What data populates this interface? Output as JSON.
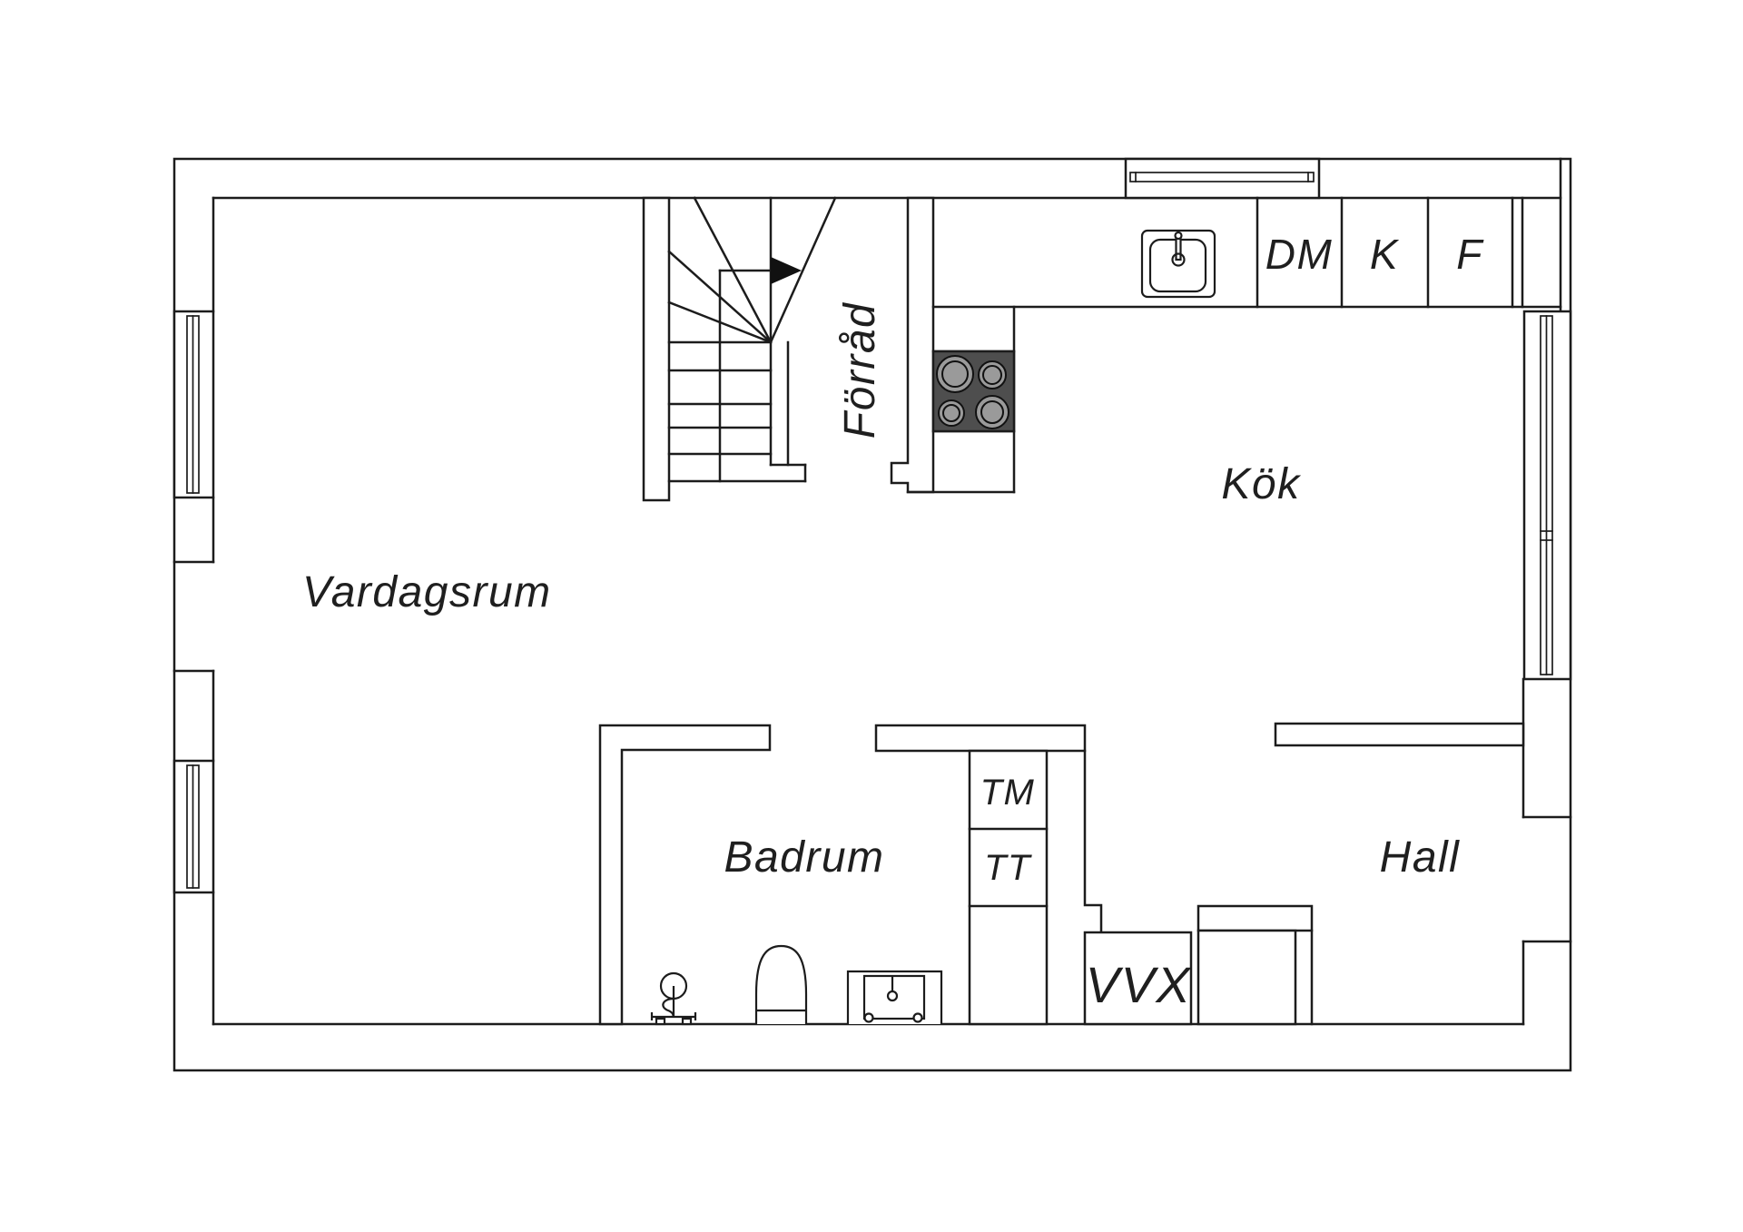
{
  "rooms": {
    "living_room": {
      "label": "Vardagsrum"
    },
    "kitchen": {
      "label": "Kök"
    },
    "bathroom": {
      "label": "Badrum"
    },
    "hall": {
      "label": "Hall"
    },
    "storage": {
      "label": "Förråd"
    }
  },
  "appliances": {
    "dishwasher": {
      "label": "DM"
    },
    "fridge": {
      "label": "K"
    },
    "freezer": {
      "label": "F"
    },
    "washing_machine": {
      "label": "TM"
    },
    "tumble_dryer": {
      "label": "TT"
    },
    "heat_exchanger": {
      "label": "VVX"
    }
  },
  "icons": {
    "stair_direction": "right-arrow",
    "cooktop": "four-burner-hob",
    "sink": "kitchen-sink",
    "toilet": "toilet",
    "towel_stand": "towel-stand",
    "vanity": "vanity-unit"
  },
  "colors": {
    "background": "#ffffff",
    "line": "#1c1c1c",
    "cooktop": "#4e4e4e",
    "burner": "#9a9a9a",
    "arrow": "#111111"
  }
}
